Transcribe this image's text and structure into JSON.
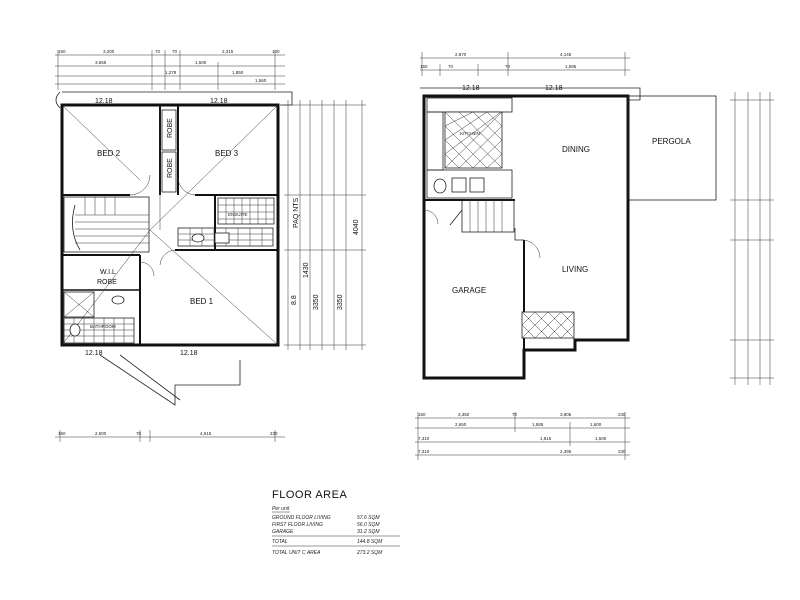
{
  "upper_plan": {
    "rooms": {
      "bed2": "BED 2",
      "bed3": "BED 3",
      "bed1": "BED 1",
      "robe_left": "ROBE",
      "robe_right": "ROBE",
      "wir": "W.I.L",
      "wir2": "ROBE",
      "bathroom": "BATHROOM",
      "ensuite": "ENSUITE"
    },
    "roof_pitch": [
      "12.18",
      "12.18",
      "12.18",
      "12.18"
    ],
    "side_note": "PAQ NTS",
    "dims_top_row1": [
      "150",
      "3,200",
      "70",
      "70",
      "2,315",
      "100"
    ],
    "dims_top_row2": [
      "3,655",
      "1,500",
      "1,278",
      "1,850",
      "1,560"
    ],
    "dims_bottom": [
      "150",
      "2,500",
      "70",
      "4,515",
      "230"
    ],
    "dims_right": [
      "3350",
      "3350",
      "4040",
      "8.8",
      "1430"
    ]
  },
  "ground_plan": {
    "rooms": {
      "dining": "DINING",
      "pergola": "PERGOLA",
      "living": "LIVING",
      "garage": "GARAGE",
      "kitchen": "KITCHEN"
    },
    "roof_pitch": [
      "12.18",
      "12.18"
    ],
    "dims_top_row1": [
      "2,870",
      "4,145"
    ],
    "dims_top_row2": [
      "150",
      "70",
      "70",
      "1,595"
    ],
    "dims_bottom_row1": [
      "150",
      "3,350",
      "70",
      "3,805",
      "230"
    ],
    "dims_bottom_row2": [
      "2,650",
      "1,585",
      "1,600"
    ],
    "dims_bottom_row3": [
      "7,310",
      "1,815",
      "1,500"
    ],
    "dims_bottom_row4": [
      "7,310",
      "2,395",
      "230"
    ]
  },
  "floor_area": {
    "title": "FLOOR AREA",
    "per_unit": "Per unit",
    "rows": [
      {
        "label": "GROUND FLOOR LIVING",
        "value": "57.6 SQM"
      },
      {
        "label": "FIRST FLOOR LIVING",
        "value": "56.0 SQM"
      },
      {
        "label": "GARAGE",
        "value": "31.2 SQM"
      },
      {
        "label": "TOTAL",
        "value": "144.8 SQM"
      },
      {
        "label": "TOTAL UNIT C AREA",
        "value": "273.2 SQM"
      }
    ]
  }
}
